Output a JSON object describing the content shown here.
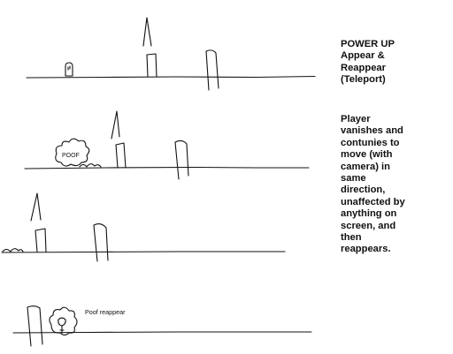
{
  "notes": {
    "title": "POWER UP\nAppear &\nReappear\n(Teleport)",
    "description": "Player\nvanishes and\ncontunies to\nmove (with\ncamera) in\nsame\ndirection,\nunaffected by\nanything on\nscreen, and\nthen\nreappears."
  },
  "sketch": {
    "poof_label": "POOF",
    "poof_reappear_label": "Poof reappear"
  },
  "colors": {
    "ink": "#111111",
    "background": "#ffffff"
  }
}
